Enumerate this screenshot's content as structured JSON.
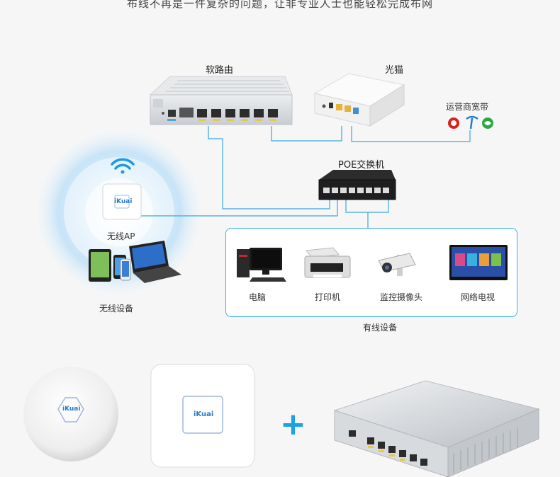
{
  "headline": "布线不再是一件复杂的问题，让非专业人士也能轻松完成布网",
  "labels": {
    "soft_router": "软路由",
    "optical_modem": "光猫",
    "isp_broadband": "运营商宽带",
    "poe_switch": "POE交换机",
    "wireless_ap": "无线AP",
    "wireless_devices": "无线设备",
    "wired_devices": "有线设备"
  },
  "wired_items": [
    {
      "label": "电脑"
    },
    {
      "label": "打印机"
    },
    {
      "label": "监控摄像头"
    },
    {
      "label": "网络电视"
    }
  ],
  "brand": {
    "logo_text": "iKuai"
  },
  "plus_sign": "+",
  "colors": {
    "link_line": "#3aa6e0",
    "accent": "#1aa3e0",
    "unicom_red": "#d9211c",
    "telecom_blue": "#1c7cd6",
    "mobile_green": "#2aa844"
  }
}
